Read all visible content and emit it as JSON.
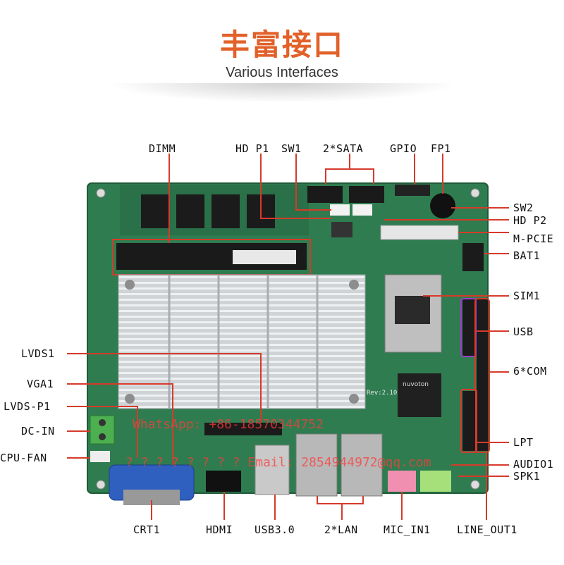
{
  "header": {
    "title": "丰富接口",
    "subtitle": "Various Interfaces"
  },
  "labels": {
    "dimm": "DIMM",
    "hd_p1": "HD P1",
    "sw1": "SW1",
    "sata": "2*SATA",
    "gpio": "GPIO",
    "fp1": "FP1",
    "sw2": "SW2",
    "hd_p2": "HD P2",
    "mpcie": "M-PCIE",
    "bat1": "BAT1",
    "sim1": "SIM1",
    "usb": "USB",
    "com": "6*COM",
    "lpt": "LPT",
    "audio1": "AUDIO1",
    "spk1": "SPK1",
    "lvds1": "LVDS1",
    "vga1": "VGA1",
    "lvds_p1": "LVDS-P1",
    "dc_in": "DC-IN",
    "cpu_fan": "CPU-FAN",
    "crt1": "CRT1",
    "hdmi": "HDMI",
    "usb30": "USB3.0",
    "lan": "2*LAN",
    "mic_in1": "MIC_IN1",
    "line_out1": "LINE_OUT1"
  },
  "board": {
    "chip_brand": "nuvoton",
    "revision": "Rev:2.10"
  },
  "watermark": {
    "line1": "WhatsApp: +86-18570344752",
    "line2": "? ? ? ? ? ? ? ? Email: 2854944972@qq.com"
  },
  "colors": {
    "title": "#e2612a",
    "highlight_box": "#d63a2a",
    "usb_box": "#9b3dc8",
    "pcb": "#2e7d52"
  }
}
